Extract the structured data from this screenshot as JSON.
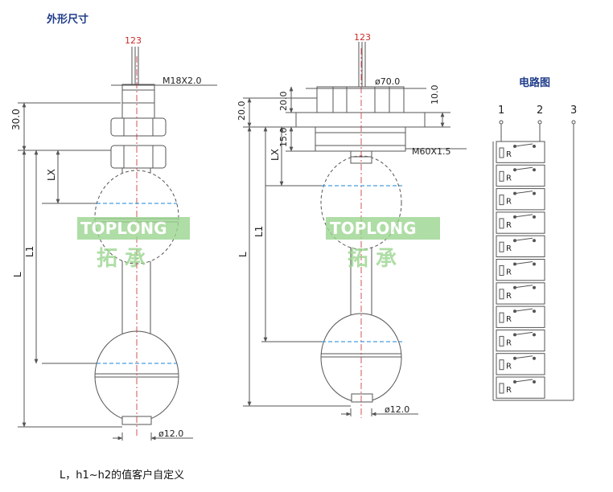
{
  "headings": {
    "dimensions_title": "外形尺寸",
    "circuit_title": "电路图"
  },
  "footnote": "L，h1~h2的值客户自定义",
  "wire_labels": {
    "left": "123",
    "middle": "123"
  },
  "left_diagram": {
    "thread": "M18X2.0",
    "height_top": "30.0",
    "lx": "LX",
    "l1": "L1",
    "l": "L",
    "tip_diameter": "ø12.0"
  },
  "middle_diagram": {
    "flange_diameter": "ø70.0",
    "thickness": "10.0",
    "height_a": "20.0",
    "height_b": "20.0",
    "height_c": "15.0",
    "thread": "M60X1.5",
    "lx": "LX",
    "l1": "L1",
    "l": "L",
    "tip_diameter": "ø12.0"
  },
  "watermark": {
    "brand": "TOPLONG",
    "chinese": "拓 承",
    "color": "#9bd58f"
  },
  "circuit": {
    "terminals": [
      "1",
      "2",
      "3"
    ],
    "resistor_label": "R",
    "resistor_count": 11
  },
  "colors": {
    "heading": "#1f3c8a",
    "wire_label": "#cc2a2a",
    "float_line": "#1a86d9",
    "line": "#555555"
  }
}
